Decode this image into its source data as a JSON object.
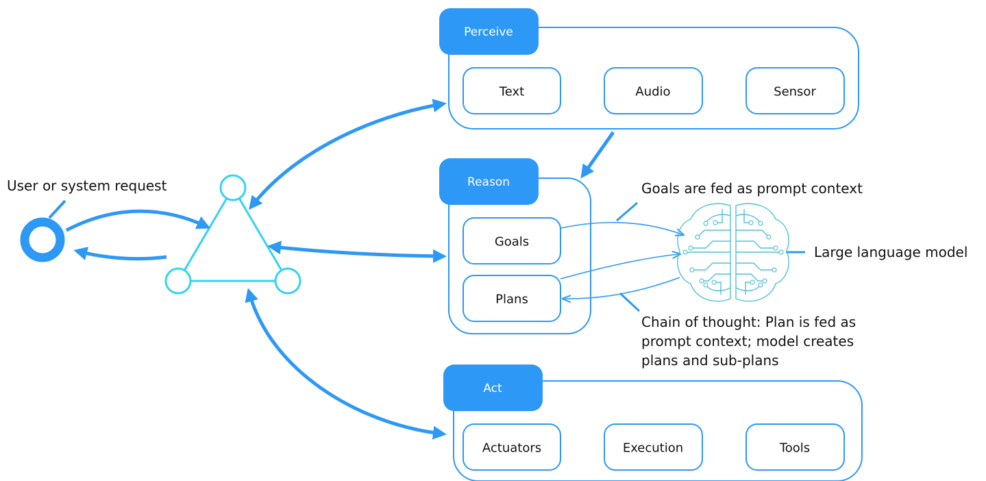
{
  "perceive": {
    "title": "Perceive",
    "items": [
      "Text",
      "Audio",
      "Sensor"
    ]
  },
  "reason": {
    "title": "Reason",
    "items": [
      "Goals",
      "Plans"
    ]
  },
  "act": {
    "title": "Act",
    "items": [
      "Actuators",
      "Execution",
      "Tools"
    ]
  },
  "annotations": {
    "user_request": "User or system request",
    "goals_context": "Goals are fed as prompt context",
    "llm": "Large language model",
    "chain_of_thought": [
      "Chain of thought: Plan is fed as",
      "prompt context; model creates",
      "plans and sub-plans"
    ]
  },
  "colors": {
    "accent": "#2d98f5",
    "agent": "#33d3ee",
    "brain": "#4ec0d9"
  }
}
